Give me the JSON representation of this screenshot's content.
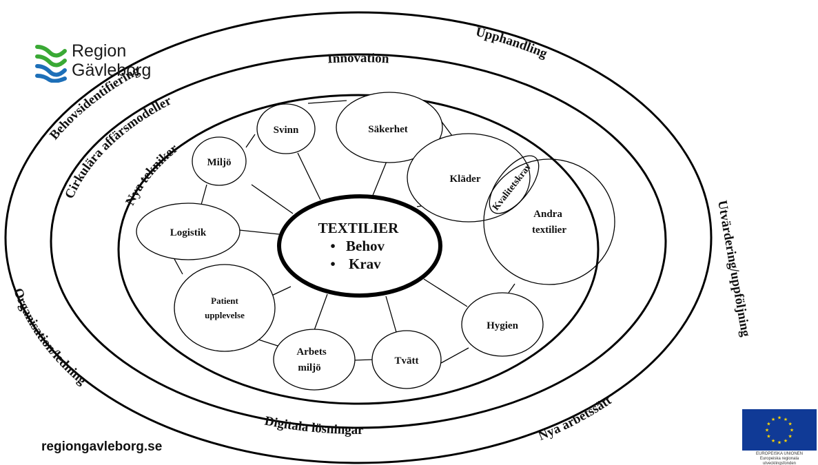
{
  "logo": {
    "line1": "Region",
    "line2": "Gävleborg",
    "colors": {
      "green": "#3aa935",
      "blue": "#1d6fb8"
    }
  },
  "website": "regiongavleborg.se",
  "eu": {
    "caption_line1": "EUROPEISKA UNIONEN",
    "caption_line2": "Europeiska regionala",
    "caption_line3": "utvecklingsfonden",
    "flag_color": "#103a96",
    "star_color": "#ffd700"
  },
  "rings": {
    "outer": [
      "Upphandling",
      "Behovsidentifiering",
      "Utvärdering/uppföljning",
      "Organisation/ledning",
      "Nya arbetssätt"
    ],
    "middle": [
      "Innovation",
      "Cirkulära affärsmodeller",
      "Digitala lösningar"
    ],
    "inner": [
      "Nya tekniker"
    ]
  },
  "center": {
    "title": "TEXTILIER",
    "items": [
      "Behov",
      "Krav"
    ],
    "bullet": "•"
  },
  "nodes": {
    "svinn": "Svinn",
    "sakerhet": "Säkerhet",
    "miljo": "Miljö",
    "klader": "Kläder",
    "kvalitetskrav": "Kvalitetskrav",
    "andra_line1": "Andra",
    "andra_line2": "textilier",
    "logistik": "Logistik",
    "patient_line1": "Patient",
    "patient_line2": "upplevelse",
    "arbets_line1": "Arbets",
    "arbets_line2": "miljö",
    "tvatt": "Tvätt",
    "hygien": "Hygien"
  }
}
